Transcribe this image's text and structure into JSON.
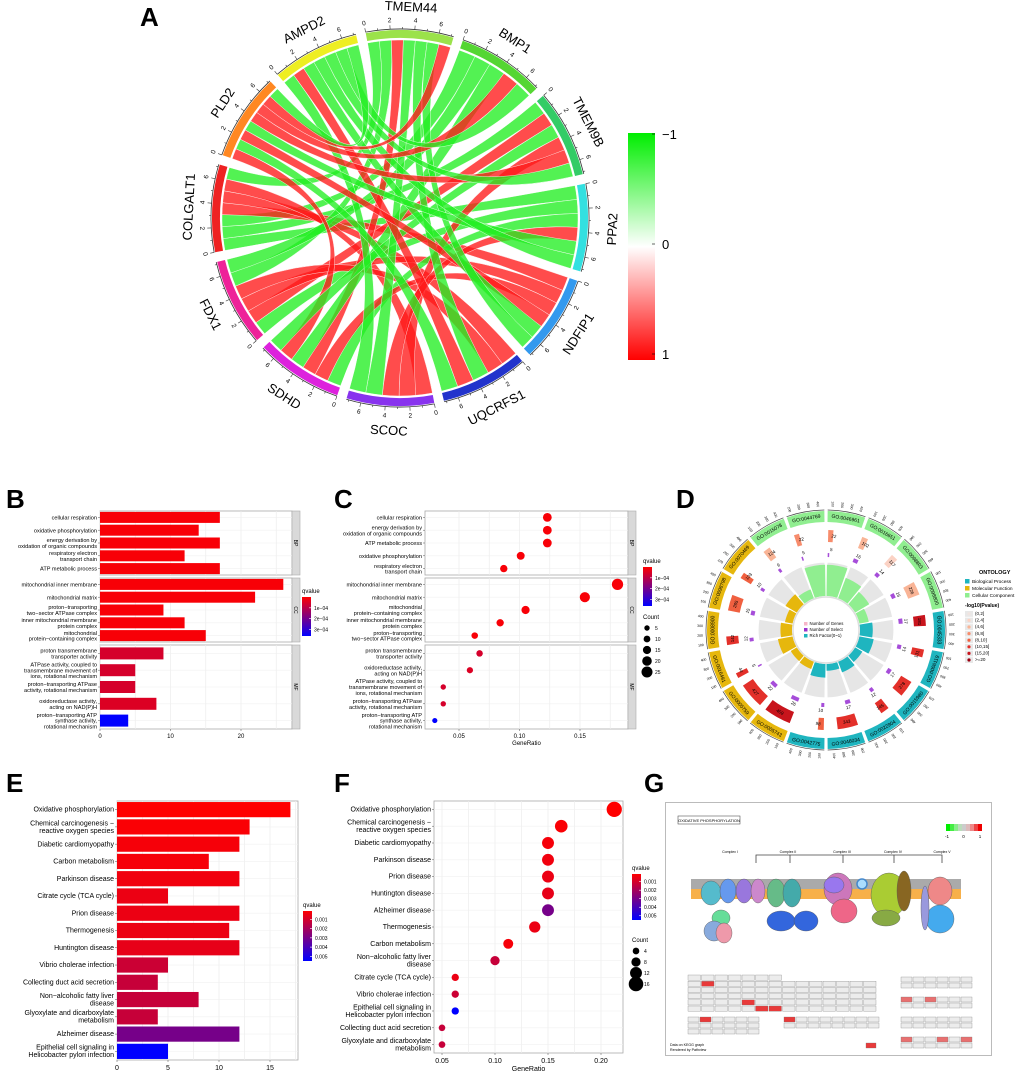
{
  "panel_labels": {
    "A": "A",
    "B": "B",
    "C": "C",
    "D": "D",
    "E": "E",
    "F": "F",
    "G": "G"
  },
  "chart_data": [
    {
      "panel": "A",
      "type": "chord",
      "genes": [
        {
          "name": "TMEM44",
          "color": "#9be24a"
        },
        {
          "name": "BMP1",
          "color": "#55d633"
        },
        {
          "name": "TMEM9B",
          "color": "#33cc66"
        },
        {
          "name": "PPA2",
          "color": "#33e0e0"
        },
        {
          "name": "NDFIP1",
          "color": "#3399ee"
        },
        {
          "name": "UQCRFS1",
          "color": "#2233cc"
        },
        {
          "name": "SCOC",
          "color": "#8833ee"
        },
        {
          "name": "SDHD",
          "color": "#dd22dd"
        },
        {
          "name": "FDX1",
          "color": "#ee2299"
        },
        {
          "name": "COLGALT1",
          "color": "#ee2222"
        },
        {
          "name": "PLD2",
          "color": "#ff8822"
        },
        {
          "name": "AMPD2",
          "color": "#eeee22"
        }
      ],
      "axis_ticks": [
        "0",
        "2",
        "4",
        "6"
      ],
      "links": [
        [
          "COLGALT1",
          "PPA2",
          -0.8
        ],
        [
          "COLGALT1",
          "TMEM9B",
          -0.7
        ],
        [
          "COLGALT1",
          "BMP1",
          -0.6
        ],
        [
          "COLGALT1",
          "NDFIP1",
          0.7
        ],
        [
          "COLGALT1",
          "UQCRFS1",
          0.8
        ],
        [
          "COLGALT1",
          "SCOC",
          0.6
        ],
        [
          "COLGALT1",
          "TMEM44",
          -0.7
        ],
        [
          "FDX1",
          "PPA2",
          -0.7
        ],
        [
          "FDX1",
          "TMEM9B",
          0.6
        ],
        [
          "FDX1",
          "NDFIP1",
          0.7
        ],
        [
          "FDX1",
          "UQCRFS1",
          0.8
        ],
        [
          "FDX1",
          "TMEM44",
          -0.6
        ],
        [
          "FDX1",
          "BMP1",
          -0.7
        ],
        [
          "SDHD",
          "PPA2",
          -0.6
        ],
        [
          "SDHD",
          "NDFIP1",
          0.7
        ],
        [
          "SDHD",
          "TMEM44",
          0.6
        ],
        [
          "SDHD",
          "BMP1",
          -0.7
        ],
        [
          "SDHD",
          "PLD2",
          0.6
        ],
        [
          "SDHD",
          "TMEM9B",
          -0.6
        ],
        [
          "SCOC",
          "TMEM9B",
          0.6
        ],
        [
          "SCOC",
          "PPA2",
          0.7
        ],
        [
          "SCOC",
          "TMEM44",
          -0.6
        ],
        [
          "SCOC",
          "AMPD2",
          -0.7
        ],
        [
          "UQCRFS1",
          "TMEM44",
          -0.6
        ],
        [
          "UQCRFS1",
          "AMPD2",
          0.6
        ],
        [
          "UQCRFS1",
          "PLD2",
          -0.7
        ],
        [
          "NDFIP1",
          "PLD2",
          0.6
        ],
        [
          "NDFIP1",
          "AMPD2",
          -0.7
        ],
        [
          "NDFIP1",
          "TMEM44",
          -0.6
        ],
        [
          "PPA2",
          "PLD2",
          -0.7
        ],
        [
          "PPA2",
          "AMPD2",
          -0.6
        ],
        [
          "TMEM9B",
          "PLD2",
          0.7
        ],
        [
          "TMEM9B",
          "AMPD2",
          -0.6
        ],
        [
          "BMP1",
          "PLD2",
          0.6
        ],
        [
          "BMP1",
          "AMPD2",
          -0.7
        ],
        [
          "TMEM44",
          "PLD2",
          0.6
        ],
        [
          "AMPD2",
          "PLD2",
          -0.6
        ]
      ],
      "colorbar": {
        "ticks": [
          "−1",
          "0",
          "1"
        ],
        "colors": [
          "#00ee00",
          "#ffffff",
          "#ff0000"
        ],
        "range": [
          -1,
          1
        ]
      }
    },
    {
      "panel": "B",
      "type": "bar",
      "xlabel": "",
      "xticks": [
        0,
        10,
        20
      ],
      "xlim": [
        0,
        27.5
      ],
      "facets": [
        {
          "name": "BP",
          "categories": [
            "cellular respiration",
            "oxidative phosphorylation",
            "energy derivation by\noxidation of organic compounds",
            "respiratory electron\ntransport chain",
            "ATP metabolic process"
          ],
          "values": [
            17,
            14,
            17,
            12,
            17
          ],
          "qvalues": [
            1e-05,
            1e-05,
            1e-05,
            1e-05,
            1e-05
          ]
        },
        {
          "name": "CC",
          "categories": [
            "mitochondrial inner membrane",
            "mitochondrial matrix",
            "proton−transporting\ntwo−sector ATPase complex",
            "inner mitochondrial membrane\nprotein complex",
            "mitochondrial\nprotein−containing complex"
          ],
          "values": [
            26,
            22,
            9,
            12,
            15
          ],
          "qvalues": [
            1e-05,
            1e-05,
            1e-05,
            1e-05,
            1e-05
          ]
        },
        {
          "name": "MF",
          "categories": [
            "proton transmembrane\ntransporter activity",
            "ATPase activity, coupled to\ntransmembrane movement of\nions, rotational mechanism",
            "proton−transporting ATPase\nactivity, rotational mechanism",
            "oxidoreductase activity,\nacting on NAD(P)H",
            "proton−transporting ATP\nsynthase activity,\nrotational mechanism"
          ],
          "values": [
            9,
            5,
            5,
            8,
            4
          ],
          "qvalues": [
            6e-05,
            6e-05,
            6e-05,
            5e-05,
            0.00036
          ]
        }
      ],
      "legend": {
        "title": "qvalue",
        "ticks": [
          "1e−04",
          "2e−04",
          "3e−04"
        ],
        "tick_values": [
          0.0001,
          0.0002,
          0.0003
        ],
        "range": [
          0,
          0.00036
        ]
      }
    },
    {
      "panel": "C",
      "type": "scatter",
      "xlabel": "GeneRatio",
      "xticks": [
        "0.05",
        "0.10",
        "0.15"
      ],
      "xtick_values": [
        0.05,
        0.1,
        0.15
      ],
      "facets": [
        {
          "name": "BP",
          "categories": [
            "cellular respiration",
            "energy derivation by\noxidation of organic compounds",
            "ATP metabolic process",
            "oxidative phosphorylation",
            "respiratory electron\ntransport chain"
          ],
          "gene_ratio": [
            0.123,
            0.123,
            0.123,
            0.101,
            0.087
          ],
          "counts": [
            17,
            17,
            17,
            14,
            12
          ],
          "qvalues": [
            1e-05,
            1e-05,
            1e-05,
            1e-05,
            1e-05
          ]
        },
        {
          "name": "CC",
          "categories": [
            "mitochondrial inner membrane",
            "mitochondrial matrix",
            "mitochondrial\nprotein−containing complex",
            "inner mitochondrial membrane\nprotein complex",
            "proton−transporting\ntwo−sector ATPase complex"
          ],
          "gene_ratio": [
            0.181,
            0.154,
            0.105,
            0.084,
            0.063
          ],
          "counts": [
            26,
            22,
            15,
            12,
            9
          ],
          "qvalues": [
            1e-05,
            1e-05,
            1e-05,
            1e-05,
            1e-05
          ]
        },
        {
          "name": "MF",
          "categories": [
            "proton transmembrane\ntransporter activity",
            "oxidoreductase activity,\nacting on NAD(P)H",
            "ATPase activity, coupled to\ntransmembrane movement of\nions, rotational mechanism",
            "proton−transporting ATPase\nactivity, rotational mechanism",
            "proton−transporting ATP\nsynthase activity,\nrotational mechanism"
          ],
          "gene_ratio": [
            0.067,
            0.059,
            0.037,
            0.037,
            0.03
          ],
          "counts": [
            9,
            8,
            5,
            5,
            4
          ],
          "qvalues": [
            6e-05,
            5e-05,
            6e-05,
            6e-05,
            0.00036
          ]
        }
      ],
      "legend": {
        "title": "qvalue",
        "ticks": [
          "1e−04",
          "2e−04",
          "3e−04"
        ],
        "tick_values": [
          0.0001,
          0.0002,
          0.0003
        ],
        "range": [
          0,
          0.00036
        ],
        "size_title": "Count",
        "size_ticks": [
          5,
          10,
          15,
          20,
          25
        ]
      }
    },
    {
      "panel": "D",
      "type": "circular-go",
      "terms": [
        {
          "id": "GO:0015078",
          "ontology": "CC",
          "genes": 124,
          "select": 9,
          "rich": 0.07,
          "neglog10p": 5
        },
        {
          "id": "GO:0044769",
          "ontology": "CC",
          "genes": 22,
          "select": 5,
          "rich": 0.23,
          "neglog10p": 7
        },
        {
          "id": "GO:0046961",
          "ontology": "CC",
          "genes": 22,
          "select": 5,
          "rich": 0.23,
          "neglog10p": 7
        },
        {
          "id": "GO:0016651",
          "ontology": "CC",
          "genes": 102,
          "select": 16,
          "rich": 0.16,
          "neglog10p": 5
        },
        {
          "id": "GO:0098803",
          "ontology": "CC",
          "genes": 117,
          "select": 14,
          "rich": 0.12,
          "neglog10p": 3
        },
        {
          "id": "GO:0098800",
          "ontology": "CC",
          "genes": 226,
          "select": 16,
          "rich": 0.07,
          "neglog10p": 5
        },
        {
          "id": "GO:0045333",
          "ontology": "BP",
          "genes": 181,
          "select": 17,
          "rich": 0.094,
          "neglog10p": 16
        },
        {
          "id": "GO:0006119",
          "ontology": "BP",
          "genes": 131,
          "select": 14,
          "rich": 0.107,
          "neglog10p": 13
        },
        {
          "id": "GO:0015980",
          "ontology": "BP",
          "genes": 278,
          "select": 17,
          "rich": 0.061,
          "neglog10p": 12
        },
        {
          "id": "GO:0022904",
          "ontology": "BP",
          "genes": 145,
          "select": 12,
          "rich": 0.083,
          "neglog10p": 11
        },
        {
          "id": "GO:0046034",
          "ontology": "BP",
          "genes": 343,
          "select": 17,
          "rich": 0.05,
          "neglog10p": 11
        },
        {
          "id": "GO:0042775",
          "ontology": "BP",
          "genes": 98,
          "select": 10,
          "rich": 0.1,
          "neglog10p": 9
        },
        {
          "id": "GO:0005743",
          "ontology": "MF",
          "genes": 459,
          "select": 26,
          "rich": 0.057,
          "neglog10p": 17
        },
        {
          "id": "GO:0005759",
          "ontology": "MF",
          "genes": 427,
          "select": 22,
          "rich": 0.052,
          "neglog10p": 12
        },
        {
          "id": "GO:0016491",
          "ontology": "MF",
          "genes": 44,
          "select": 5,
          "rich": 0.11,
          "neglog10p": 11
        },
        {
          "id": "GO:0008900",
          "ontology": "MF",
          "genes": 142,
          "select": 12,
          "rich": 0.085,
          "neglog10p": 11
        },
        {
          "id": "GO:0098798",
          "ontology": "MF",
          "genes": 265,
          "select": 15,
          "rich": 0.057,
          "neglog10p": 10
        },
        {
          "id": "GO:0070469",
          "ontology": "MF",
          "genes": 103,
          "select": 10,
          "rich": 0.097,
          "neglog10p": 9
        }
      ],
      "outer_axis_ticks": [
        "100",
        "200",
        "300",
        "400"
      ],
      "inner_legend": [
        {
          "label": "Number of Genes",
          "color": "#f7b6c8"
        },
        {
          "label": "Number of Select",
          "color": "#9933cc"
        },
        {
          "label": "Rich Factor(0~1)",
          "color": "#1fb5bf"
        }
      ],
      "ontology_legend": {
        "title": "ONTOLOGY",
        "items": [
          {
            "label": "Biological Process",
            "key": "BP",
            "color": "#1fb5bf"
          },
          {
            "label": "Molecular Function",
            "key": "MF",
            "color": "#e6b70d"
          },
          {
            "label": "Cellular Component",
            "key": "CC",
            "color": "#90ee90"
          }
        ]
      },
      "pvalue_legend": {
        "title": "-log10(Pvalue)",
        "items": [
          {
            "label": "(0,2]",
            "color": "#f1e4e0"
          },
          {
            "label": "(2,4]",
            "color": "#fbd2c4"
          },
          {
            "label": "(4,6]",
            "color": "#f9b496"
          },
          {
            "label": "(6,8]",
            "color": "#f78c6c"
          },
          {
            "label": "(8,10]",
            "color": "#f06040"
          },
          {
            "label": "(10,15]",
            "color": "#e3302a"
          },
          {
            "label": "(15,20]",
            "color": "#c8141c"
          },
          {
            "label": ">=20",
            "color": "#9a0010"
          }
        ]
      }
    },
    {
      "panel": "E",
      "type": "bar",
      "xticks": [
        0,
        5,
        10,
        15
      ],
      "xlim": [
        0,
        17.6
      ],
      "categories": [
        "Oxidative phosphorylation",
        "Chemical carcinogenesis −\nreactive oxygen species",
        "Diabetic cardiomyopathy",
        "Carbon metabolism",
        "Parkinson disease",
        "Citrate cycle (TCA cycle)",
        "Prion disease",
        "Thermogenesis",
        "Huntington disease",
        "Vibrio cholerae infection",
        "Collecting duct acid secretion",
        "Non−alcoholic fatty liver\ndisease",
        "Glyoxylate and dicarboxylate\nmetabolism",
        "Alzheimer disease",
        "Epithelial cell signaling in\nHelicobacter pylori infection"
      ],
      "values": [
        17,
        13,
        12,
        9,
        12,
        5,
        12,
        11,
        12,
        5,
        4,
        8,
        4,
        12,
        5
      ],
      "qvalues": [
        0.0001,
        0.0002,
        0.0003,
        0.0003,
        0.0004,
        0.0005,
        0.0005,
        0.0005,
        0.0006,
        0.0012,
        0.0013,
        0.0013,
        0.0013,
        0.003,
        0.0055
      ],
      "legend": {
        "title": "qvalue",
        "ticks": [
          "0.001",
          "0.002",
          "0.003",
          "0.004",
          "0.005"
        ],
        "tick_values": [
          0.001,
          0.002,
          0.003,
          0.004,
          0.005
        ],
        "range": [
          0.0001,
          0.0055
        ]
      }
    },
    {
      "panel": "F",
      "type": "scatter",
      "xlabel": "GeneRatio",
      "xticks": [
        "0.05",
        "0.10",
        "0.15",
        "0.20"
      ],
      "xtick_values": [
        0.05,
        0.1,
        0.15,
        0.2
      ],
      "categories": [
        "Oxidative phosphorylation",
        "Chemical carcinogenesis −\nreactive oxygen species",
        "Diabetic cardiomyopathy",
        "Parkinson disease",
        "Prion disease",
        "Huntington disease",
        "Alzheimer disease",
        "Thermogenesis",
        "Carbon metabolism",
        "Non−alcoholic fatty liver\ndisease",
        "Citrate cycle (TCA cycle)",
        "Vibrio cholerae infection",
        "Epithelial cell signaling in\nHelicobacter pylori infection",
        "Collecting duct acid secretion",
        "Glyoxylate and dicarboxylate\nmetabolism"
      ],
      "gene_ratio": [
        0.2125,
        0.1625,
        0.15,
        0.15,
        0.15,
        0.15,
        0.15,
        0.1375,
        0.1125,
        0.1,
        0.0625,
        0.0625,
        0.0625,
        0.05,
        0.05
      ],
      "counts": [
        17,
        13,
        12,
        12,
        12,
        12,
        12,
        11,
        9,
        8,
        5,
        5,
        5,
        4,
        4
      ],
      "qvalues": [
        0.0001,
        0.0002,
        0.0003,
        0.0004,
        0.0005,
        0.0006,
        0.003,
        0.0005,
        0.0003,
        0.0013,
        0.0005,
        0.0012,
        0.0055,
        0.0013,
        0.0013
      ],
      "legend": {
        "title": "qvalue",
        "ticks": [
          "0.001",
          "0.002",
          "0.003",
          "0.004",
          "0.005"
        ],
        "tick_values": [
          0.001,
          0.002,
          0.003,
          0.004,
          0.005
        ],
        "range": [
          0.0001,
          0.0055
        ],
        "size_title": "Count",
        "size_ticks": [
          4,
          8,
          12,
          16
        ]
      }
    }
  ],
  "pathway": {
    "title": "OXIDATIVE PHOSPHORYLATION",
    "complexes": [
      "Complex I",
      "Complex II",
      "Complex III",
      "Complex IV",
      "Complex V"
    ],
    "legend_ticks": [
      "-1",
      "0",
      "1"
    ],
    "footer": [
      "Data on KEGG graph",
      "Rendered by Pathview"
    ]
  }
}
